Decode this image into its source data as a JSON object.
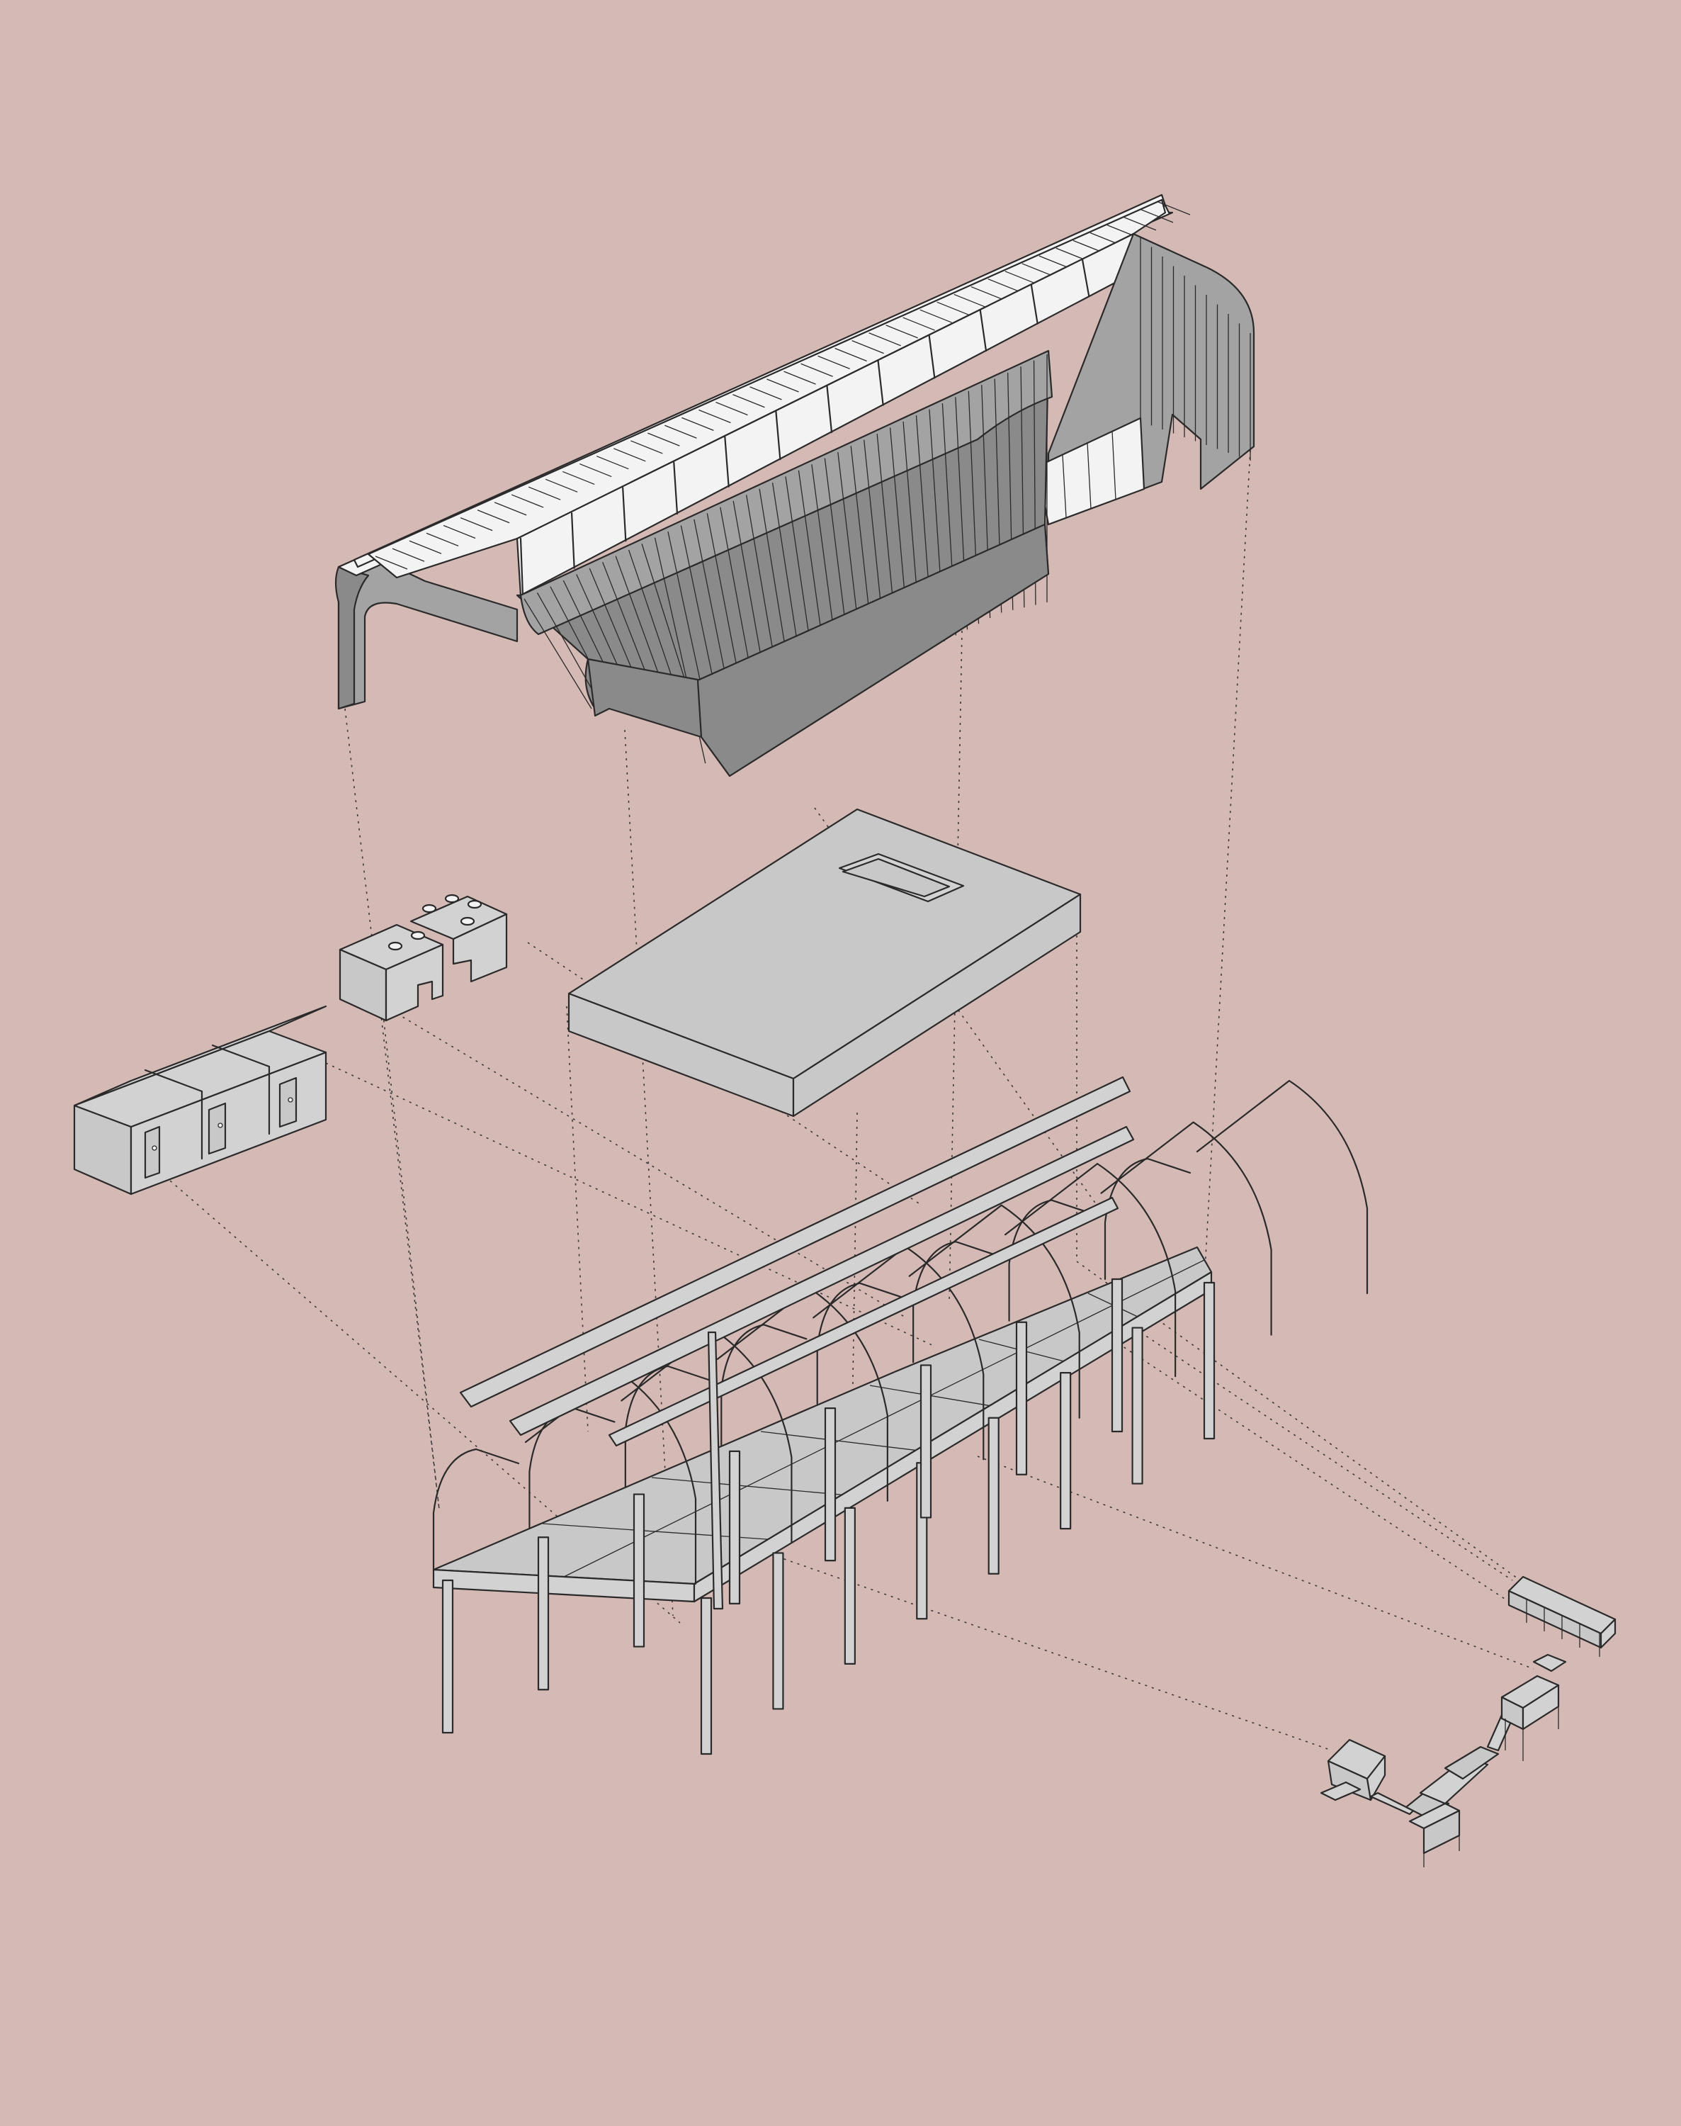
{
  "diagram": {
    "type": "exploded-axonometric",
    "colors": {
      "background": "#d5b9b5",
      "roof_dark": "#8a8a8a",
      "roof_mid": "#a3a3a3",
      "slab": "#c8c8c8",
      "light": "#d2d2d2",
      "glass": "#f3f3f3",
      "outline": "#2a2a2a"
    },
    "components": [
      {
        "name": "roof",
        "icon": "roof-shell-icon"
      },
      {
        "name": "floor-slab",
        "icon": "slab-icon"
      },
      {
        "name": "twin-modules",
        "icon": "module-icon"
      },
      {
        "name": "cabin-modules",
        "icon": "cabin-icon"
      },
      {
        "name": "frame-structure",
        "icon": "frame-icon"
      },
      {
        "name": "bench-unit",
        "icon": "bench-icon"
      },
      {
        "name": "conveyor-machine",
        "icon": "machine-icon"
      }
    ]
  }
}
